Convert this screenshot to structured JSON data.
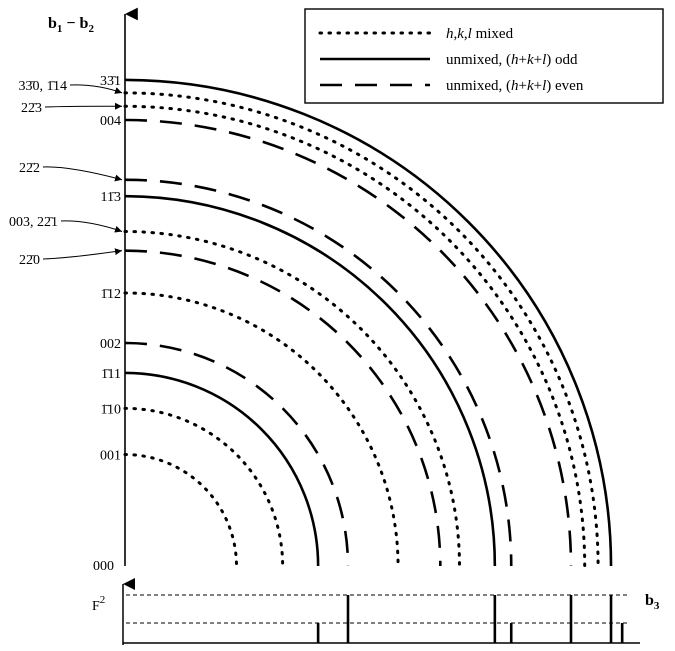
{
  "axes": {
    "vertical": {
      "b1": "b",
      "s1": "1",
      "minus": " − ",
      "b2": "b",
      "s2": "2"
    },
    "horizontal": {
      "b": "b",
      "s": "3"
    },
    "f2": {
      "main": "F",
      "sup": "2"
    }
  },
  "legend": [
    {
      "style": "dotted",
      "parts": [
        {
          "t": "h",
          "i": true
        },
        {
          "t": ",",
          "i": false
        },
        {
          "t": "k",
          "i": true
        },
        {
          "t": ",",
          "i": false
        },
        {
          "t": "l",
          "i": true
        },
        {
          "t": " mixed",
          "i": false
        }
      ]
    },
    {
      "style": "solid",
      "parts": [
        {
          "t": "unmixed, (",
          "i": false
        },
        {
          "t": "h",
          "i": true
        },
        {
          "t": "+",
          "i": false
        },
        {
          "t": "k",
          "i": true
        },
        {
          "t": "+",
          "i": false
        },
        {
          "t": "l",
          "i": true
        },
        {
          "t": ") odd",
          "i": false
        }
      ]
    },
    {
      "style": "dashed",
      "parts": [
        {
          "t": "unmixed, (",
          "i": false
        },
        {
          "t": "h",
          "i": true
        },
        {
          "t": "+",
          "i": false
        },
        {
          "t": "k",
          "i": true
        },
        {
          "t": "+",
          "i": false
        },
        {
          "t": "l",
          "i": true
        },
        {
          "t": ") even",
          "i": false
        }
      ]
    }
  ],
  "rings": [
    {
      "label": "001",
      "type": "dotted",
      "r": 1.0
    },
    {
      "label": "1̄10",
      "type": "dotted",
      "r": 1.414
    },
    {
      "label": "1̄11",
      "type": "solid",
      "r": 1.732
    },
    {
      "label": "002",
      "type": "dashed",
      "r": 2.0
    },
    {
      "label": "1̄12",
      "type": "dotted",
      "r": 2.449
    },
    {
      "label": "22̄0",
      "type": "dashed",
      "r": 2.828
    },
    {
      "label": "003, 22̄1",
      "type": "dotted",
      "r": 3.0
    },
    {
      "label": "11̄3",
      "type": "solid",
      "r": 3.317
    },
    {
      "label": "22̄2",
      "type": "dashed",
      "r": 3.464
    },
    {
      "label": "004",
      "type": "dashed",
      "r": 4.0
    },
    {
      "label": "22̄3",
      "type": "dotted",
      "r": 4.123
    },
    {
      "label": "33̄0, 1̄14",
      "type": "dotted",
      "r": 4.243
    },
    {
      "label": "33̄1",
      "type": "solid",
      "r": 4.359
    }
  ],
  "origin_label": "000",
  "f2_bars": [
    {
      "r": 1.732,
      "level": "low"
    },
    {
      "r": 2.0,
      "level": "high"
    },
    {
      "r": 3.317,
      "level": "high"
    },
    {
      "r": 3.464,
      "level": "low"
    },
    {
      "r": 4.0,
      "level": "high"
    },
    {
      "r": 4.359,
      "level": "high"
    },
    {
      "r": 4.459,
      "level": "low"
    }
  ],
  "f2_levels": [
    "high",
    "low"
  ]
}
